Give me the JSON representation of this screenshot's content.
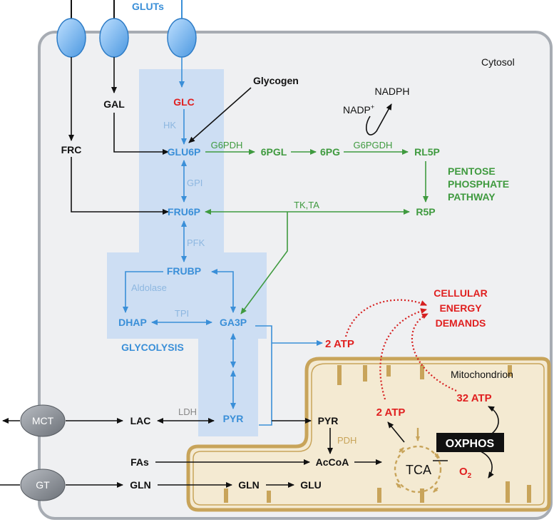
{
  "transporters": {
    "gluts": "GLUTs",
    "mct": "MCT",
    "gt": "GT"
  },
  "compartments": {
    "cytosol": "Cytosol",
    "mitochondrion": "Mitochondrion"
  },
  "glycolysis": {
    "label": "GLYCOLYSIS",
    "glc": "GLC",
    "glu6p": "GLU6P",
    "fru6p": "FRU6P",
    "frubp": "FRUBP",
    "dhap": "DHAP",
    "ga3p": "GA3P",
    "pyr": "PYR",
    "hk": "HK",
    "gpi": "GPI",
    "pfk": "PFK",
    "aldolase": "Aldolase",
    "tpi": "TPI",
    "atp": "2 ATP"
  },
  "inputs": {
    "glycogen": "Glycogen",
    "gal": "GAL",
    "frc": "FRC"
  },
  "ppp": {
    "title_line1": "PENTOSE",
    "title_line2": "PHOSPHATE",
    "title_line3": "PATHWAY",
    "g6pdh": "G6PDH",
    "pgl": "6PGL",
    "pg": "6PG",
    "g6pgdh": "G6PGDH",
    "rl5p": "RL5P",
    "r5p": "R5P",
    "tkta": "TK,TA",
    "nadp": "NADP",
    "nadp_sup": "+",
    "nadph": "NADPH"
  },
  "energy": {
    "line1": "CELLULAR",
    "line2": "ENERGY",
    "line3": "DEMANDS",
    "mito_atp": "2 ATP",
    "oxphos_atp": "32 ATP"
  },
  "lower": {
    "lac": "LAC",
    "ldh": "LDH",
    "pyr_m": "PYR",
    "pdh": "PDH",
    "fas": "FAs",
    "acoa": "AcCoA",
    "tca": "TCA",
    "oxphos": "OXPHOS",
    "o2": "O",
    "o2_sub": "2",
    "gln": "GLN",
    "gln_m": "GLN",
    "glu": "GLU"
  },
  "colors": {
    "glycolysis": "#3a8fd8",
    "enzyme_light": "#8db7e0",
    "ppp": "#3f9a3f",
    "red": "#e02020",
    "mito": "#c8a45a",
    "black": "#111111",
    "cell_fill": "#eff0f2",
    "cell_stroke": "#a7acb3"
  }
}
